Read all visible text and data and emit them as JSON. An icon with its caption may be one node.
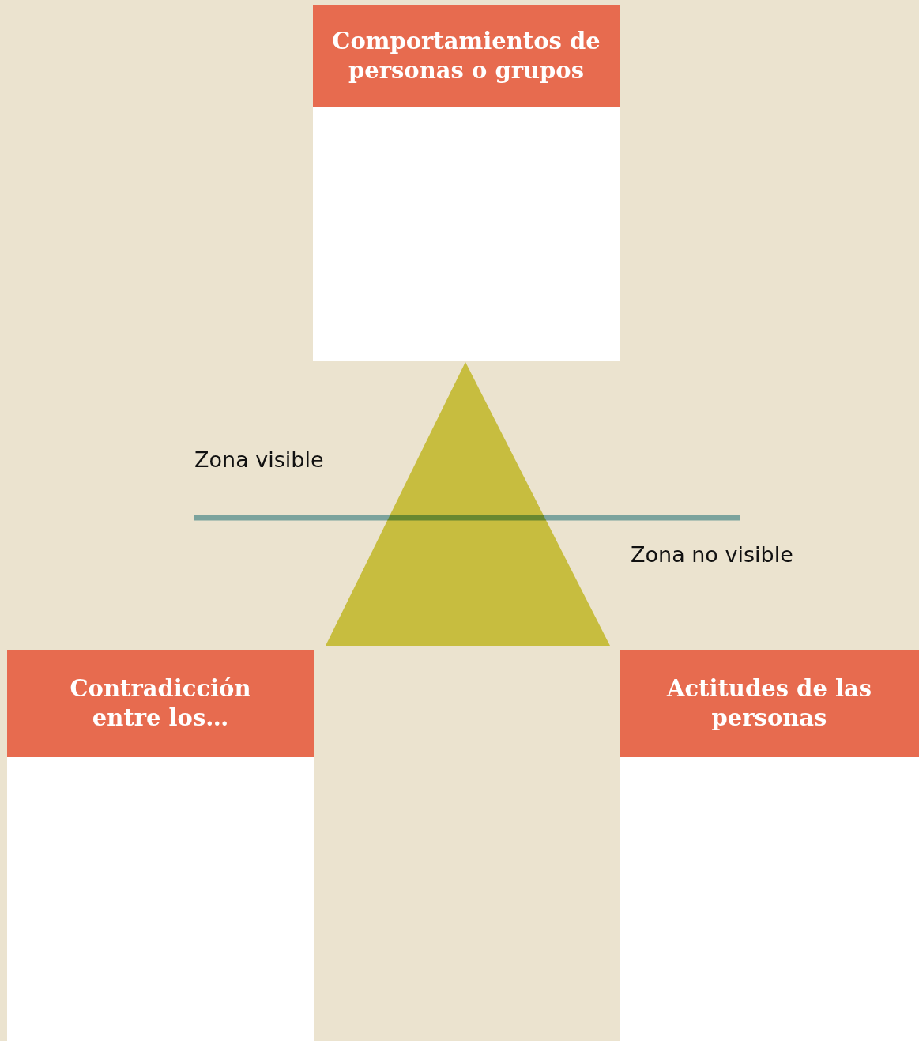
{
  "diagram": {
    "nodes": [
      {
        "text": [
          "Comportamientos de personas o grupos"
        ]
      },
      {
        "text": [
          "Contradicción entre los…"
        ]
      },
      {
        "text": [
          "Actitudes de las personas"
        ]
      }
    ],
    "labels": [
      "Zona visible",
      "Zona no visible"
    ]
  }
}
